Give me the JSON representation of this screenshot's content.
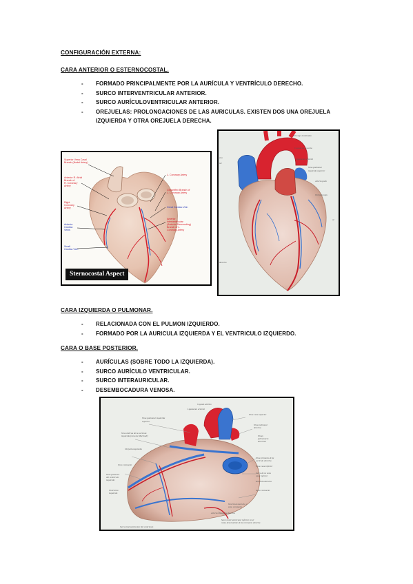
{
  "section1": {
    "title": "CONFIGURACIÓN EXTERNA:",
    "subtitle": "CARA ANTERIOR O ESTERNOCOSTAL.",
    "items": [
      "FORMADO PRINCIPALMENTE POR LA AURÍCULA Y VENTRÍCULO DERECHO.",
      "SURCO INTERVENTRICULAR ANTERIOR.",
      "SURCO AURÍCULOVENTRICULAR ANTERIOR.",
      "OREJUELAS: PROLONGACIONES DE LAS AURICULAS. EXISTEN DOS UNA OREJUELA IZQUIERDA Y OTRA OREJUELA DERECHA."
    ]
  },
  "figure1": {
    "caption": "Sternocostal Aspect",
    "labels_left": [
      "Superior Vena Caval Branch (Nodal Artery)",
      "Anterior R. Atrial Branch of R. Coronary Artery",
      "Right Coronary Artery",
      "Anterior Cardiac Veins",
      "Small Cardiac Vein"
    ],
    "labels_right": [
      "L. Coronary Artery",
      "Circumflex Branch of L. Coronary Artery",
      "Great Cardiac Vein",
      "Anterior Interventricular (Anterior Descending) Branch of L. Coronary Artery"
    ]
  },
  "figure2": {
    "labels": [
      "Cayado de la aorta",
      "Ligamento arterial",
      "Vena pulmonar izquierda superior",
      "Arteria pulm",
      "Orejuela izqu"
    ]
  },
  "section2": {
    "subtitle": "CARA IZQUIERDA O PULMONAR.",
    "items": [
      "RELACIONADA CON EL PULMON IZQUIERDO.",
      "FORMADO POR LA AURICULA IZQUIERDA Y EL VENTRICULO IZQUIERDO."
    ]
  },
  "section3": {
    "subtitle": "CARA O BASE POSTERIOR.",
    "items": [
      "AURÍCULAS (SOBRE TODO LA IZQUIERDA).",
      "SURCO AURÍCULO VENTRICULAR.",
      "SURCO INTERAURICULAR.",
      "DESEMBOCADURA VENOSA."
    ]
  },
  "colors": {
    "artery": "#d4202c",
    "vein": "#2f6fd0",
    "muscle": "#e8cfc2",
    "frame": "#000000"
  }
}
